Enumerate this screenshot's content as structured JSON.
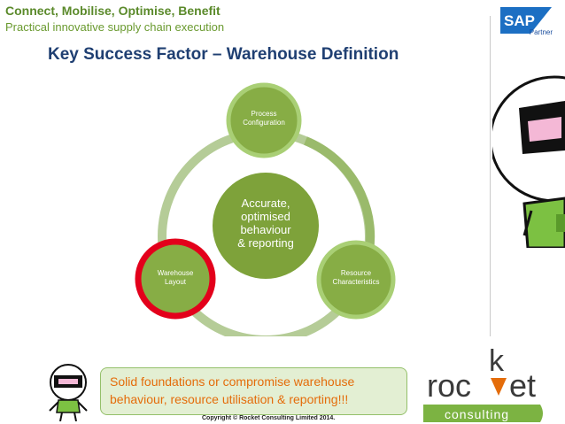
{
  "header": {
    "tagline": "Connect, Mobilise, Optimise, Benefit",
    "subtagline": "Practical innovative supply chain execution",
    "title": "Key Success Factor – Warehouse Definition"
  },
  "sap": {
    "logo_text": "SAP",
    "partner_label": "Partner",
    "logo_color": "#1c6fc3"
  },
  "diagram": {
    "center_text_lines": [
      "Accurate,",
      "optimised",
      "behaviour",
      "& reporting"
    ],
    "nodes": [
      {
        "label_lines": [
          "Process",
          "Configuration"
        ],
        "highlight": false
      },
      {
        "label_lines": [
          "Resource",
          "Characteristics"
        ],
        "highlight": false
      },
      {
        "label_lines": [
          "Warehouse",
          "Layout"
        ],
        "highlight": true
      }
    ],
    "colors": {
      "ring": "#b5cc97",
      "ring_highlight": "#9aba6b",
      "node_fill": "#87ad45",
      "node_border": "#a9cf75",
      "center_fill": "#7ea23a",
      "highlight_border": "#e3001b"
    }
  },
  "callout": {
    "line1": "Solid foundations or compromise warehouse",
    "line2": "behaviour, resource utilisation & reporting!!!"
  },
  "logo": {
    "word_part1": "roc",
    "word_part2": "et",
    "k_letter": "k",
    "subword": "consulting",
    "flame_color": "#e46c0a",
    "band_color": "#7cb342"
  },
  "footer": {
    "copyright": "Copyright © Rocket Consulting Limited 2014."
  }
}
